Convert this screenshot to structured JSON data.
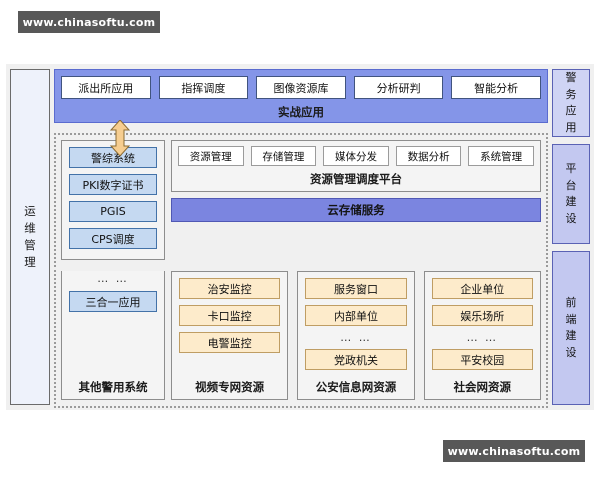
{
  "watermarks": {
    "top": "www.chinasoftu.com",
    "bottom": "www.chinasoftu.com"
  },
  "ops_column": {
    "label": "运维管理"
  },
  "applications_band": {
    "caption": "实战应用",
    "boxes": [
      {
        "label": "派出所应用"
      },
      {
        "label": "指挥调度"
      },
      {
        "label": "图像资源库"
      },
      {
        "label": "分析研判"
      },
      {
        "label": "智能分析"
      }
    ]
  },
  "connector": {
    "name": "double-arrow-up-down",
    "color": "#f6cd8f"
  },
  "legacy_systems": {
    "caption": "其他警用系统",
    "boxes": [
      {
        "label": "警综系统"
      },
      {
        "label": "PKI数字证书"
      },
      {
        "label": "PGIS"
      },
      {
        "label": "CPS调度"
      }
    ],
    "ellipsis": "…  …",
    "tail_boxes": [
      {
        "label": "三合一应用"
      }
    ]
  },
  "platform": {
    "caption": "资源管理调度平台",
    "boxes": [
      {
        "label": "资源管理"
      },
      {
        "label": "存储管理"
      },
      {
        "label": "媒体分发"
      },
      {
        "label": "数据分析"
      },
      {
        "label": "系统管理"
      }
    ],
    "cloud_service": "云存储服务"
  },
  "resource_groups": [
    {
      "caption": "视频专网资源",
      "boxes": [
        {
          "label": "治安监控"
        },
        {
          "label": "卡口监控"
        },
        {
          "label": "电警监控"
        }
      ],
      "ellipsis": ""
    },
    {
      "caption": "公安信息网资源",
      "boxes": [
        {
          "label": "服务窗口"
        },
        {
          "label": "内部单位"
        }
      ],
      "ellipsis": "…  …",
      "tail_boxes": [
        {
          "label": "党政机关"
        }
      ]
    },
    {
      "caption": "社会网资源",
      "boxes": [
        {
          "label": "企业单位"
        },
        {
          "label": "娱乐场所"
        }
      ],
      "ellipsis": "…  …",
      "tail_boxes": [
        {
          "label": "平安校园"
        }
      ]
    }
  ],
  "tiers": [
    {
      "label": "警务应用"
    },
    {
      "label": "平台建设"
    },
    {
      "label": "前端建设"
    }
  ],
  "colors": {
    "band_blue": "#8495e8",
    "cloud_blue": "#7b85e0",
    "legacy_blue": "#c5d9f1",
    "resource_cream": "#fdebcb",
    "tier_lavender": "#c3c8f0",
    "watermark_gray": "#585858",
    "canvas_gray": "#f0f0f0"
  }
}
